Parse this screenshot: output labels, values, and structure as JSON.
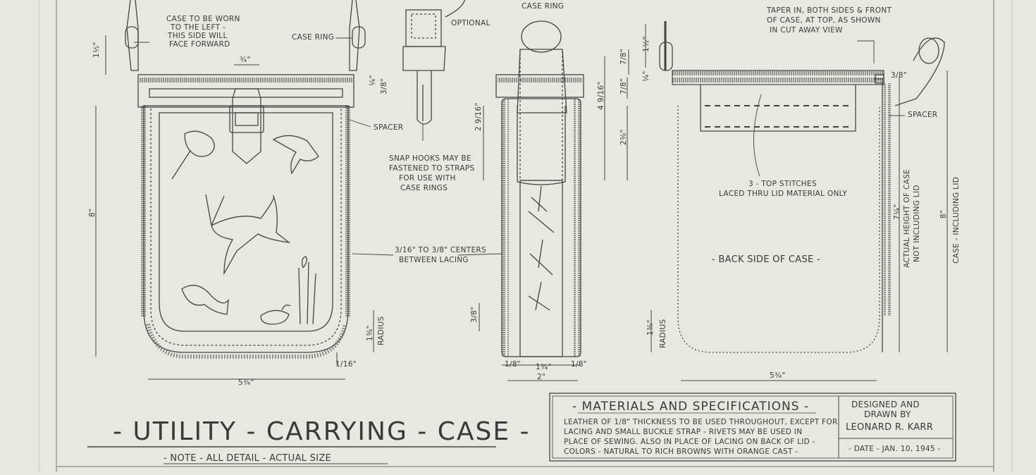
{
  "colors": {
    "paper": "#e9e8e0",
    "ink": "#444444",
    "grid": "#d9d8cf"
  },
  "labels": {
    "wear_note": [
      "CASE TO BE WORN",
      "TO THE LEFT -",
      "THIS SIDE WILL",
      "FACE FORWARD"
    ],
    "case_ring_left": "CASE RING",
    "case_ring_top": "CASE RING",
    "optional": "OPTIONAL",
    "taper_note": [
      "TAPER IN, BOTH SIDES & FRONT",
      "OF CASE, AT TOP, AS SHOWN",
      "IN CUT AWAY VIEW"
    ],
    "spacer_left": "SPACER",
    "spacer_right": "SPACER",
    "snap_hooks": [
      "SNAP HOOKS MAY BE",
      "FASTENED TO STRAPS",
      "FOR USE WITH",
      "CASE RINGS"
    ],
    "lacing": [
      "3/16\" TO 3/8\" CENTERS",
      "BETWEEN LACING"
    ],
    "top_stitches": [
      "3 - TOP STITCHES",
      "LACED THRU LID MATERIAL ONLY"
    ],
    "back_side": "- BACK SIDE OF CASE -",
    "actual_height": [
      "ACTUAL HEIGHT OF CASE",
      "NOT INCLUDING LID"
    ],
    "case_incl_lid": "CASE - INCLUDING LID",
    "radius_left": "RADIUS",
    "radius_right": "RADIUS"
  },
  "dimensions": {
    "d_1_5_a": "1½\"",
    "d_3_4": "¾\"",
    "d_8_left": "8\"",
    "d_5_3_4_left": "5¾\"",
    "d_1_16": "1/16\"",
    "d_1_3_8_left": "1⅜\"",
    "d_1_4_side": "¼\"",
    "d_3_8_side": "3/8\"",
    "d_2_9_16": "2 9/16\"",
    "d_4_9_16": "4 9/16\"",
    "d_7_8_a": "7/8\"",
    "d_7_8_b": "7/8\"",
    "d_2_3_8": "2⅜\"",
    "d_1_5_b": "1½\"",
    "d_1_4_b": "¼\"",
    "d_3_8_mid": "3/8\"",
    "d_1_3_4": "1¾\"",
    "d_2": "2\"",
    "d_1_8_a": "1/8\"",
    "d_1_8_b": "1/8\"",
    "d_1_3_8_right": "1⅜\"",
    "d_5_3_4_right": "5¾\"",
    "d_3_8_top": "3/8\"",
    "d_7_1_4": "7¼\"",
    "d_8_right": "8\""
  },
  "title": {
    "main": "- UTILITY - CARRYING - CASE -",
    "note": "- NOTE - ALL DETAIL - ACTUAL SIZE"
  },
  "specs": {
    "heading": "- MATERIALS AND SPECIFICATIONS -",
    "lines": [
      "LEATHER OF 1/8\" THICKNESS TO BE USED THROUGHOUT, EXCEPT FOR",
      "LACING AND SMALL BUCKLE STRAP - RIVETS MAY BE USED IN",
      "PLACE OF SEWING. ALSO IN PLACE OF LACING ON BACK OF LID -",
      "COLORS - NATURAL TO RICH BROWNS WITH ORANGE CAST -"
    ]
  },
  "designer": {
    "line1": "DESIGNED AND",
    "line2": "DRAWN BY",
    "name": "LEONARD R. KARR",
    "date": "- DATE - JAN. 10, 1945 -"
  }
}
